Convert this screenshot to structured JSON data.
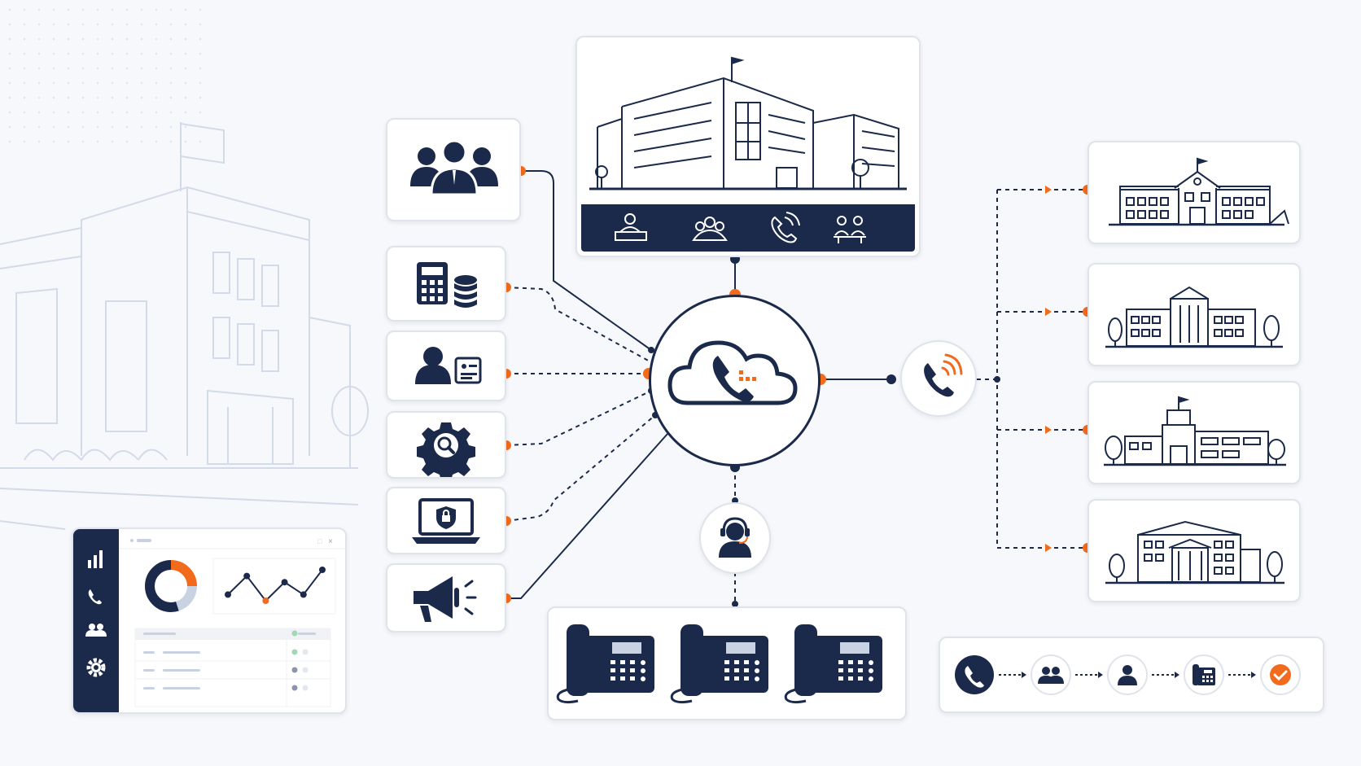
{
  "colors": {
    "navy": "#1b2a4a",
    "orange": "#f26a1b",
    "line_light": "#c9d2e3",
    "card_border": "#dfe3ea",
    "background": "#f7f8fb"
  },
  "hub": {
    "icon": "cloud-phone-icon"
  },
  "headquarters": {
    "icon": "office-building-icon",
    "toolbar_icons": [
      "reception-desk-icon",
      "user-group-icon",
      "phone-ringing-icon",
      "meeting-icon"
    ]
  },
  "left_services": [
    {
      "name": "staff-directory",
      "icon": "team-icon"
    },
    {
      "name": "billing-data",
      "icon": "calculator-database-icon"
    },
    {
      "name": "user-profile",
      "icon": "user-id-card-icon"
    },
    {
      "name": "settings",
      "icon": "gear-search-icon"
    },
    {
      "name": "secure-access",
      "icon": "laptop-lock-icon"
    },
    {
      "name": "announcements",
      "icon": "megaphone-icon"
    }
  ],
  "campuses": [
    {
      "name": "campus-school-1",
      "icon": "school-building-icon"
    },
    {
      "name": "campus-school-2",
      "icon": "school-building-icon"
    },
    {
      "name": "campus-school-3",
      "icon": "school-building-icon"
    },
    {
      "name": "campus-school-4",
      "icon": "school-building-icon"
    }
  ],
  "dashboard": {
    "sidebar_icons": [
      "bar-chart-icon",
      "phone-icon",
      "users-icon",
      "gear-icon"
    ],
    "donut_segments": [
      0.25,
      0.2,
      0.55
    ],
    "line_points": [
      2,
      5,
      1,
      4,
      2,
      6
    ]
  },
  "call_flow": {
    "steps": [
      "phone-icon",
      "user-group-icon",
      "user-icon",
      "desk-phone-icon",
      "check-circle-icon"
    ]
  },
  "desk_phones": {
    "count": 3
  }
}
